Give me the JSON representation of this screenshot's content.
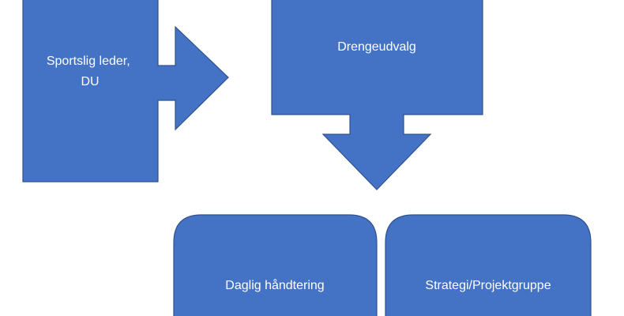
{
  "diagram": {
    "shapes": {
      "sports_leader": {
        "lines": [
          "Sportslig leder,",
          "DU"
        ]
      },
      "boys_committee": {
        "label": "Drengeudvalg"
      },
      "daily_handling": {
        "label": "Daglig håndtering"
      },
      "strategy_group": {
        "label": "Strategi/Projektgruppe"
      }
    },
    "colors": {
      "shape_fill": "#4472C4",
      "shape_stroke": "#2F528F",
      "text": "#FFFFFF",
      "background": "#FFFFFF"
    }
  }
}
